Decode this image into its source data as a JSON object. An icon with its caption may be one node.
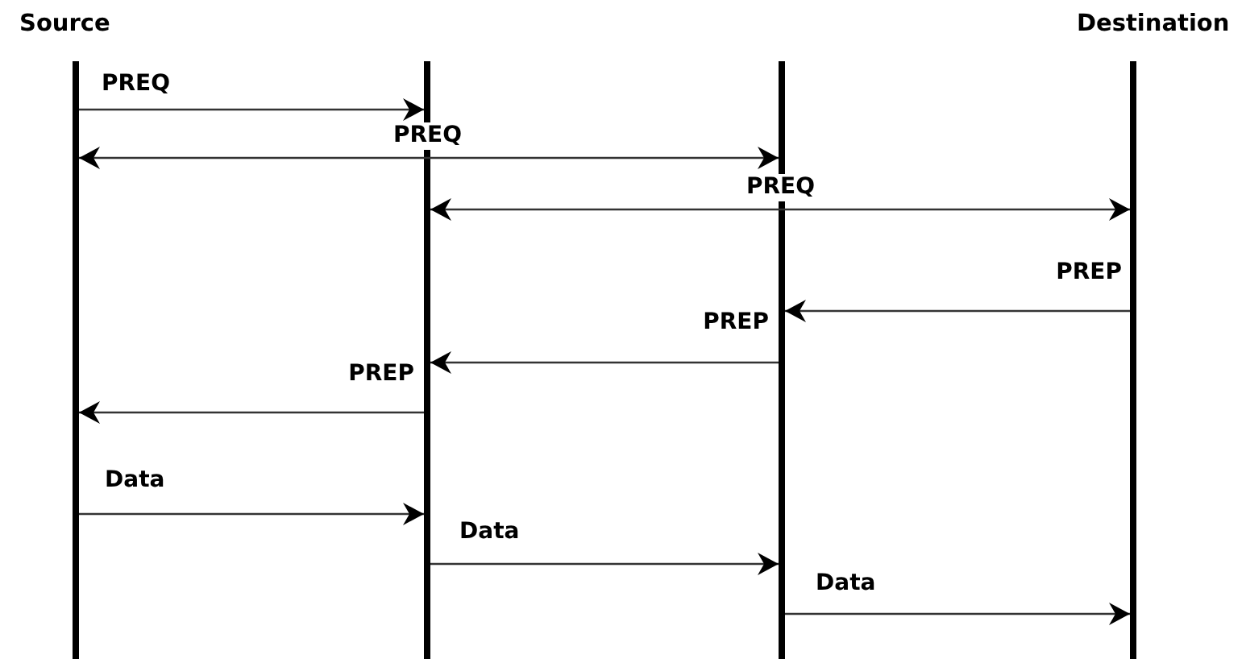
{
  "diagram": {
    "nodes": [
      {
        "text": [
          "Source"
        ]
      },
      {
        "text": [],
        "shape": "bar"
      },
      {
        "text": [],
        "shape": "bar"
      },
      {
        "text": [
          "Destination"
        ]
      }
    ],
    "edges": [
      {
        "from": 0,
        "to": 1,
        "arrow": "to",
        "label": "PREQ"
      },
      {
        "from": 0,
        "to": 2,
        "arrow": "both",
        "label": "PREQ"
      },
      {
        "from": 1,
        "to": 3,
        "arrow": "both",
        "label": "PREQ"
      },
      {
        "from": 3,
        "to": 2,
        "arrow": "to",
        "label": "PREP"
      },
      {
        "from": 2,
        "to": 1,
        "arrow": "to",
        "label": "PREP"
      },
      {
        "from": 1,
        "to": 0,
        "arrow": "to",
        "label": "PREP"
      },
      {
        "from": 0,
        "to": 1,
        "arrow": "to",
        "label": "Data"
      },
      {
        "from": 1,
        "to": 2,
        "arrow": "to",
        "label": "Data"
      },
      {
        "from": 2,
        "to": 3,
        "arrow": "to",
        "label": "Data"
      }
    ]
  }
}
